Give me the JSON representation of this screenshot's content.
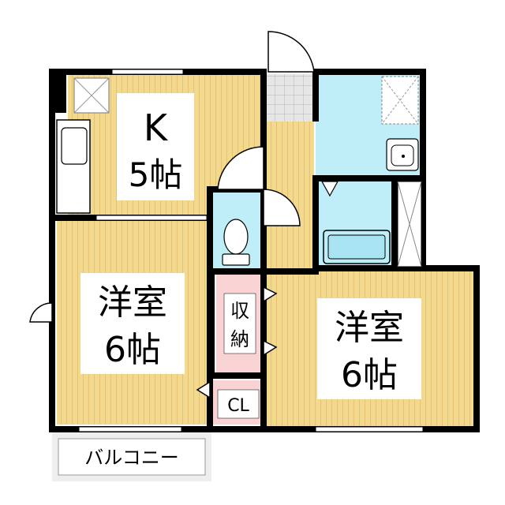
{
  "rooms": {
    "kitchen": {
      "name": "K",
      "size": "5帖"
    },
    "western_left": {
      "name": "洋室",
      "size": "6帖"
    },
    "western_right": {
      "name": "洋室",
      "size": "6帖"
    },
    "storage": {
      "line1": "収",
      "line2": "納"
    },
    "closet": {
      "name": "CL"
    },
    "balcony": {
      "name": "バルコニー"
    }
  },
  "colors": {
    "floor_wood": "#f3d98e",
    "floor_grain": "#e3c273",
    "wet_area": "#bfeef8",
    "storage_pink": "#f9d3d3",
    "entrance_tile": "#d9d9d9",
    "wall": "#000000"
  }
}
